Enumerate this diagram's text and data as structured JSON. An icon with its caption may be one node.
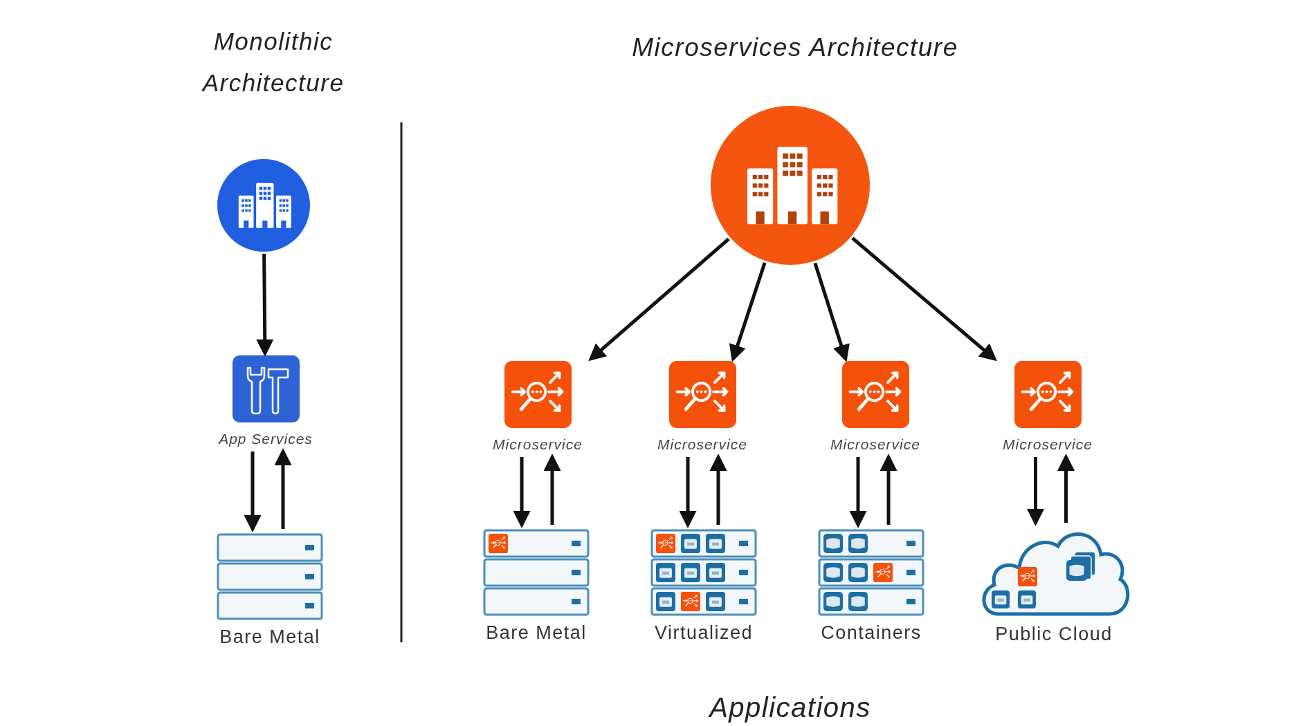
{
  "diagram": {
    "title": "Microservices Architecture",
    "caption": "Applications",
    "nodes": [
      {
        "text": [],
        "shape": "circle"
      },
      {
        "text": [
          "App Services"
        ]
      },
      {
        "text": [
          "Bare Metal"
        ]
      },
      {
        "text": [],
        "shape": "circle"
      },
      {
        "text": [
          "Microservice"
        ]
      },
      {
        "text": [
          "Microservice"
        ]
      },
      {
        "text": [
          "Microservice"
        ]
      },
      {
        "text": [
          "Microservice"
        ]
      },
      {
        "text": [
          "Bare Metal"
        ]
      },
      {
        "text": [
          "Virtualized"
        ]
      },
      {
        "text": [
          "Containers"
        ]
      },
      {
        "text": [
          "Public Cloud"
        ]
      }
    ],
    "edges": [
      {
        "from": 0,
        "to": 1,
        "arrow": "to"
      },
      {
        "from": 1,
        "to": 2,
        "arrow": "to"
      },
      {
        "from": 2,
        "to": 1,
        "arrow": "to"
      },
      {
        "from": 3,
        "to": 4,
        "arrow": "to"
      },
      {
        "from": 3,
        "to": 5,
        "arrow": "to"
      },
      {
        "from": 3,
        "to": 6,
        "arrow": "to"
      },
      {
        "from": 3,
        "to": 7,
        "arrow": "to"
      },
      {
        "from": 4,
        "to": 8,
        "arrow": "to"
      },
      {
        "from": 8,
        "to": 4,
        "arrow": "to"
      },
      {
        "from": 5,
        "to": 9,
        "arrow": "to"
      },
      {
        "from": 9,
        "to": 5,
        "arrow": "to"
      },
      {
        "from": 6,
        "to": 10,
        "arrow": "to"
      },
      {
        "from": 10,
        "to": 6,
        "arrow": "to"
      },
      {
        "from": 7,
        "to": 11,
        "arrow": "to"
      },
      {
        "from": 11,
        "to": 7,
        "arrow": "to"
      }
    ],
    "labels": [
      "Monolithic Architecture"
    ]
  }
}
